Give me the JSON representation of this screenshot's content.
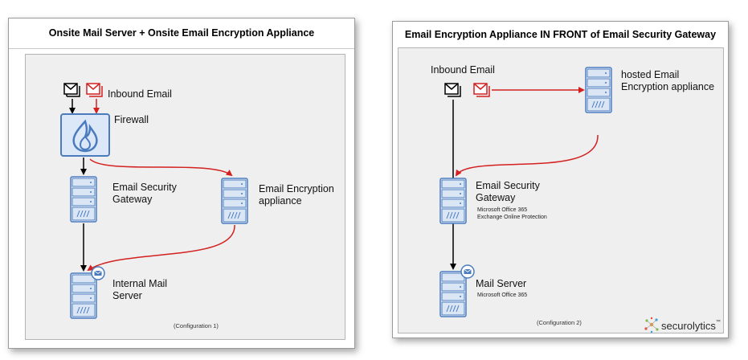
{
  "config1": {
    "title": "Onsite Mail Server + Onsite Email Encryption Appliance",
    "inbound_label": "Inbound Email",
    "firewall_label": "Firewall",
    "gateway_label": "Email Security\nGateway",
    "encryption_label": "Email Encryption\nappliance",
    "mailserver_label": "Internal Mail\nServer",
    "caption": "(Configuration 1)"
  },
  "config2": {
    "title": "Email Encryption Appliance IN FRONT of Email Security Gateway",
    "inbound_label": "Inbound Email",
    "hosted_label": "hosted Email\nEncryption appliance",
    "gateway_label": "Email Security\nGateway",
    "gateway_sub": "Microsoft Office 365\nExchange Online Protection",
    "mailserver_label": "Mail Server",
    "mailserver_sub": "Microsoft Office 365",
    "caption": "(Configuration 2)"
  },
  "logo": {
    "text": "securolytics",
    "tm": "™"
  },
  "colors": {
    "server_blue": "#4a7bbf",
    "server_fill": "#dbe6f5",
    "red_arrow": "#d42020",
    "black_arrow": "#000000",
    "firewall_fill": "#dce8f8"
  }
}
